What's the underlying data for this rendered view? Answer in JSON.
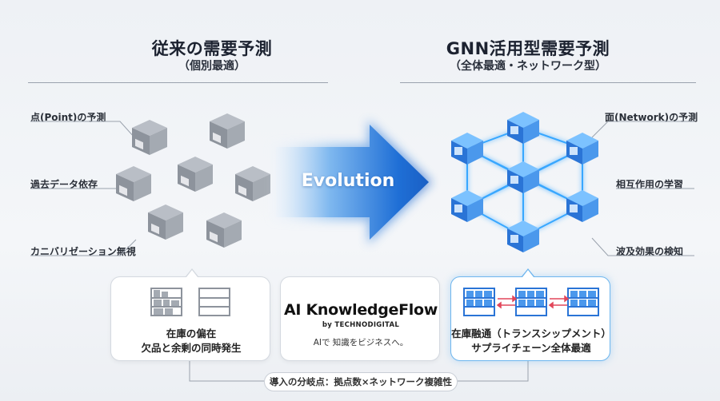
{
  "left": {
    "title": "従来の需要予測",
    "subtitle": "（個別最適）",
    "features": [
      "点(Point)の予測",
      "過去データ依存",
      "カニバリゼーション無視"
    ],
    "box_line1": "在庫の偏在",
    "box_line2": "欠品と余剰の同時発生"
  },
  "right": {
    "title": "GNN活用型需要予測",
    "subtitle": "（全体最適・ネットワーク型）",
    "features": [
      "面(Network)の予測",
      "相互作用の学習",
      "波及効果の検知"
    ],
    "box_line1": "在庫融通（トランスシップメント）",
    "box_line2": "サプライチェーン全体最適"
  },
  "center": {
    "arrow_label": "Evolution",
    "brand_title": "AI KnowledgeFlow",
    "brand_by": "by TECHNODIGITAL",
    "brand_tagline": "AIで 知識をビジネスへ。"
  },
  "footer": "導入の分岐点：拠点数×ネットワーク複雑性",
  "colors": {
    "accent_blue": "#1e88e5",
    "glow_blue": "#4fb4ff",
    "gray_building": "#8a9099"
  },
  "icons": [
    "warehouse-icon",
    "shelf-icon",
    "arrow-icon"
  ]
}
